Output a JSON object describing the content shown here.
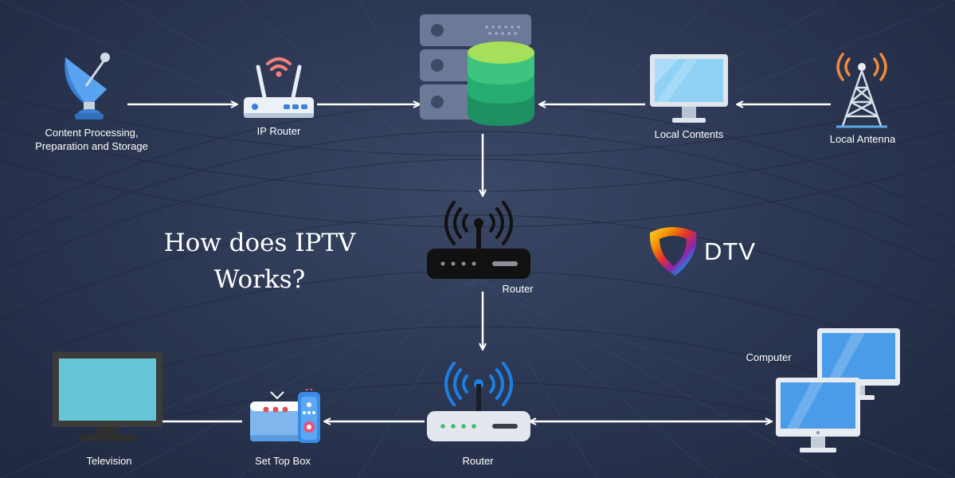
{
  "title": {
    "line1": "How does IPTV",
    "line2": "Works?"
  },
  "brand": {
    "name": "DTV",
    "colors": [
      "#e63329",
      "#f39200",
      "#fdd835",
      "#43a047",
      "#1e88e5",
      "#8e24aa"
    ]
  },
  "nodes": {
    "content_processing": {
      "label_line1": "Content Processing,",
      "label_line2": "Preparation and Storage",
      "icon": "satellite-dish-icon"
    },
    "ip_router": {
      "label": "IP Router",
      "icon": "wifi-router-icon"
    },
    "server": {
      "icon": "server-database-icon"
    },
    "local_contents": {
      "label": "Local Contents",
      "icon": "monitor-icon"
    },
    "local_antenna": {
      "label": "Local Antenna",
      "icon": "antenna-tower-icon"
    },
    "router_mid": {
      "label": "Router",
      "icon": "router-icon"
    },
    "router_bottom": {
      "label": "Router",
      "icon": "router-icon"
    },
    "set_top_box": {
      "label": "Set Top Box",
      "icon": "set-top-box-icon"
    },
    "television": {
      "label": "Television",
      "icon": "television-icon"
    },
    "computer": {
      "label": "Computer",
      "icon": "computer-icon"
    }
  },
  "edges": [
    {
      "from": "content_processing",
      "to": "ip_router",
      "direction": "forward"
    },
    {
      "from": "ip_router",
      "to": "server",
      "direction": "forward"
    },
    {
      "from": "local_contents",
      "to": "server",
      "direction": "forward"
    },
    {
      "from": "local_antenna",
      "to": "local_contents",
      "direction": "forward"
    },
    {
      "from": "server",
      "to": "router_mid",
      "direction": "forward"
    },
    {
      "from": "router_mid",
      "to": "router_bottom",
      "direction": "forward"
    },
    {
      "from": "router_bottom",
      "to": "set_top_box",
      "direction": "forward"
    },
    {
      "from": "set_top_box",
      "to": "television",
      "direction": "forward"
    },
    {
      "from": "router_bottom",
      "to": "computer",
      "direction": "both"
    }
  ]
}
